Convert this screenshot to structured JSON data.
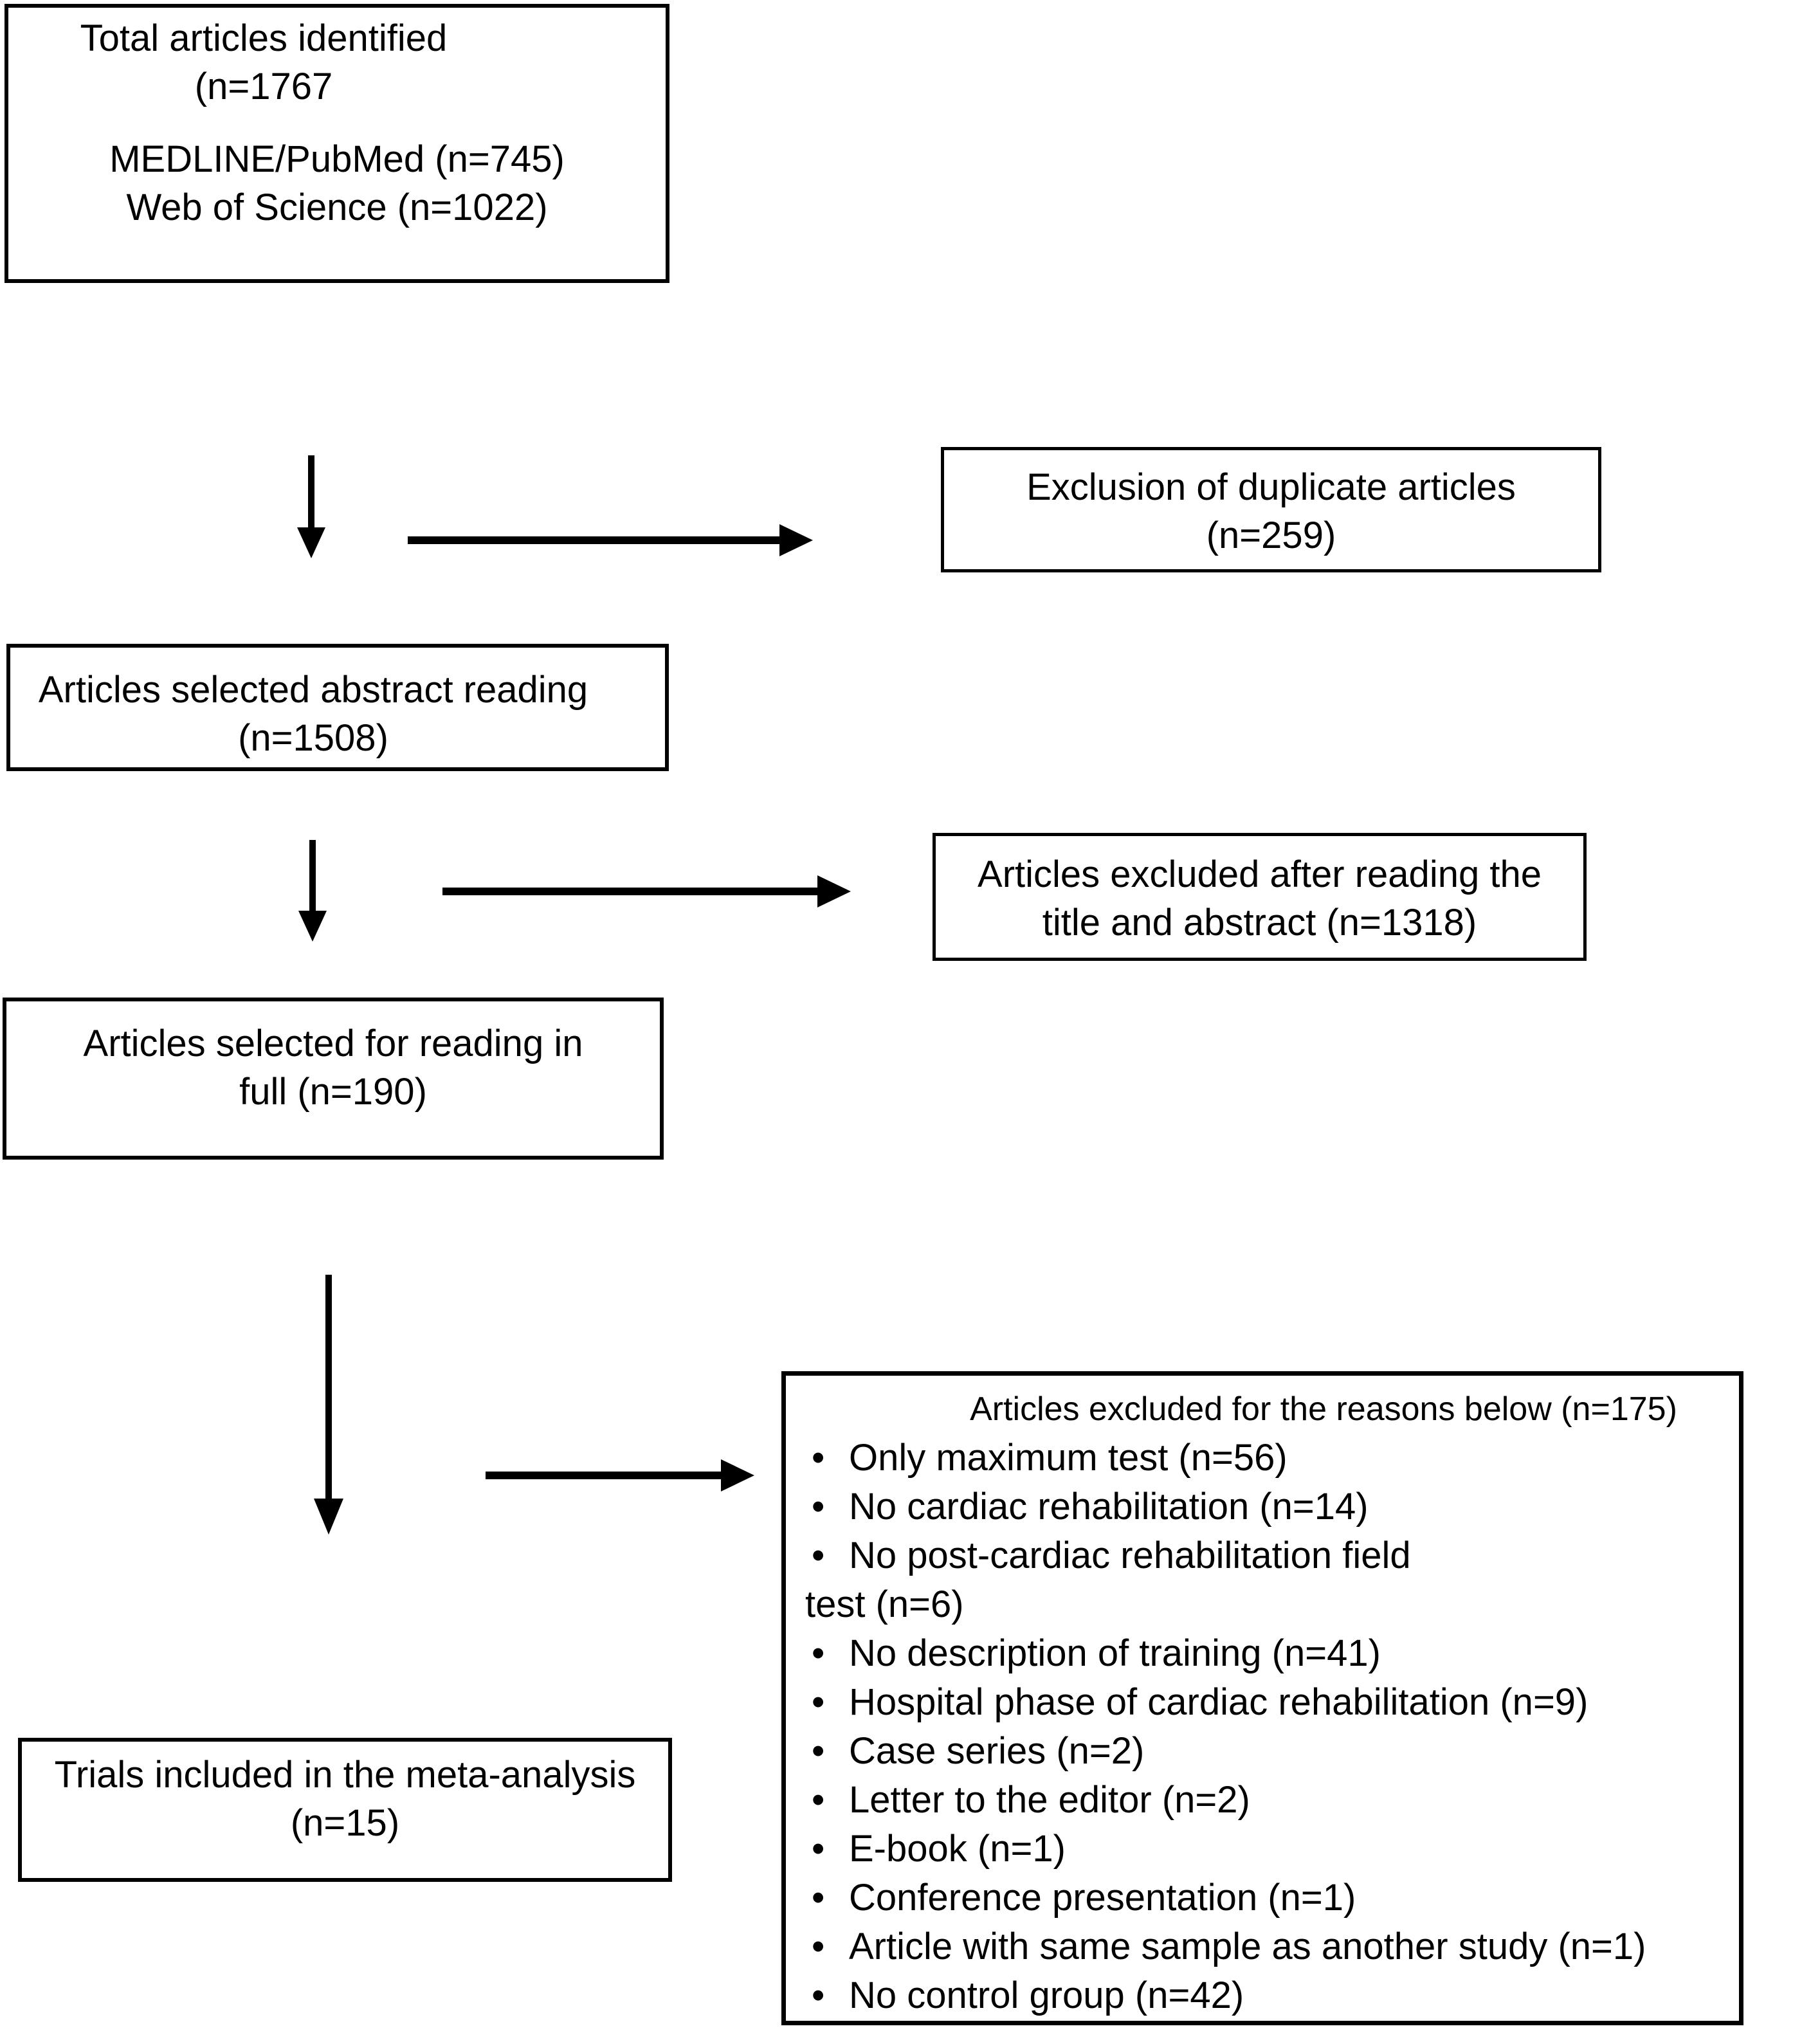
{
  "colors": {
    "background": "#ffffff",
    "line": "#000000",
    "text": "#000000"
  },
  "bullet_glyph": "•",
  "boxes": {
    "total_identified": {
      "line1": "Total articles identified",
      "line2": "(n=1767",
      "source1": "MEDLINE/PubMed (n=745)",
      "source2": "Web of Science (n=1022)"
    },
    "duplicates_excluded": {
      "line1": "Exclusion of duplicate articles",
      "line2": "(n=259)"
    },
    "abstract_selected": {
      "line1": "Articles selected abstract reading",
      "line2": "(n=1508)"
    },
    "title_abstract_excluded": {
      "line1": "Articles excluded after reading the",
      "line2": "title and abstract (n=1318)"
    },
    "full_reading_selected": {
      "line1": "Articles selected for reading in",
      "line2": "full (n=190)"
    },
    "reasons_excluded": {
      "title": "Articles excluded for the reasons below (n=175)",
      "items": [
        "Only maximum test (n=56)",
        "No cardiac rehabilitation (n=14)",
        "No post-cardiac rehabilitation field",
        "No description of training (n=41)",
        "Hospital phase of cardiac rehabilitation (n=9)",
        "Case series (n=2)",
        "Letter to the editor (n=2)",
        "E-book (n=1)",
        "Conference presentation (n=1)",
        "Article with same sample as another study (n=1)",
        "No control group (n=42)"
      ],
      "continuation": "test (n=6)"
    },
    "included": {
      "line1": "Trials included in the meta-analysis",
      "line2": "(n=15)"
    }
  }
}
